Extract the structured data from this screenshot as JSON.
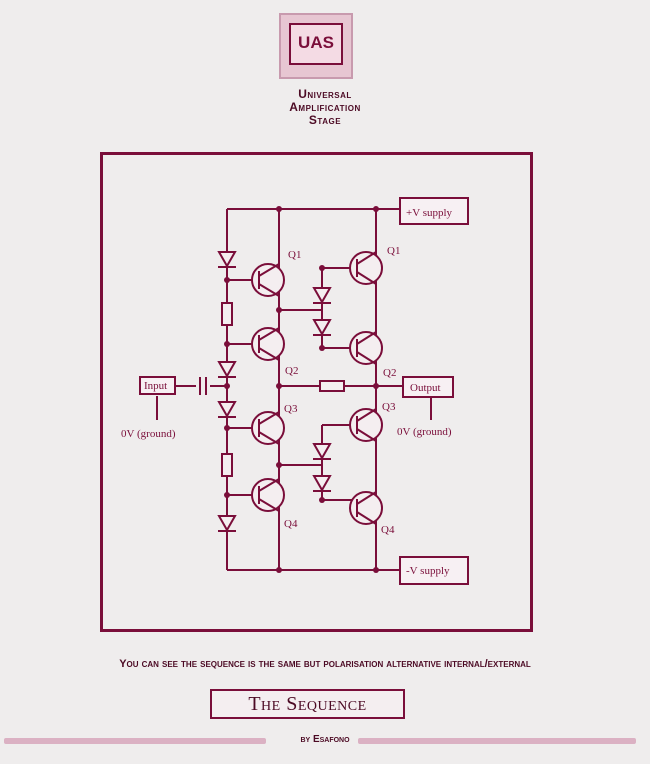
{
  "logo": {
    "text": "UAS"
  },
  "title": {
    "lines": [
      "Universal",
      "Amplification",
      "Stage"
    ]
  },
  "diagram": {
    "pos_supply": "+V supply",
    "neg_supply": "-V supply",
    "input": "Input",
    "output": "Output",
    "ground_left": "0V (ground)",
    "ground_right": "0V (ground)",
    "q_labels": [
      "Q1",
      "Q2",
      "Q3",
      "Q4",
      "Q1",
      "Q2",
      "Q3",
      "Q4"
    ]
  },
  "caption": "You can see the sequence is the same but polarisation alternative internal/external",
  "sequence_button": "The Sequence",
  "byline": "by Esafono",
  "colors": {
    "accent": "#7a0e3a",
    "background": "#efeded"
  }
}
